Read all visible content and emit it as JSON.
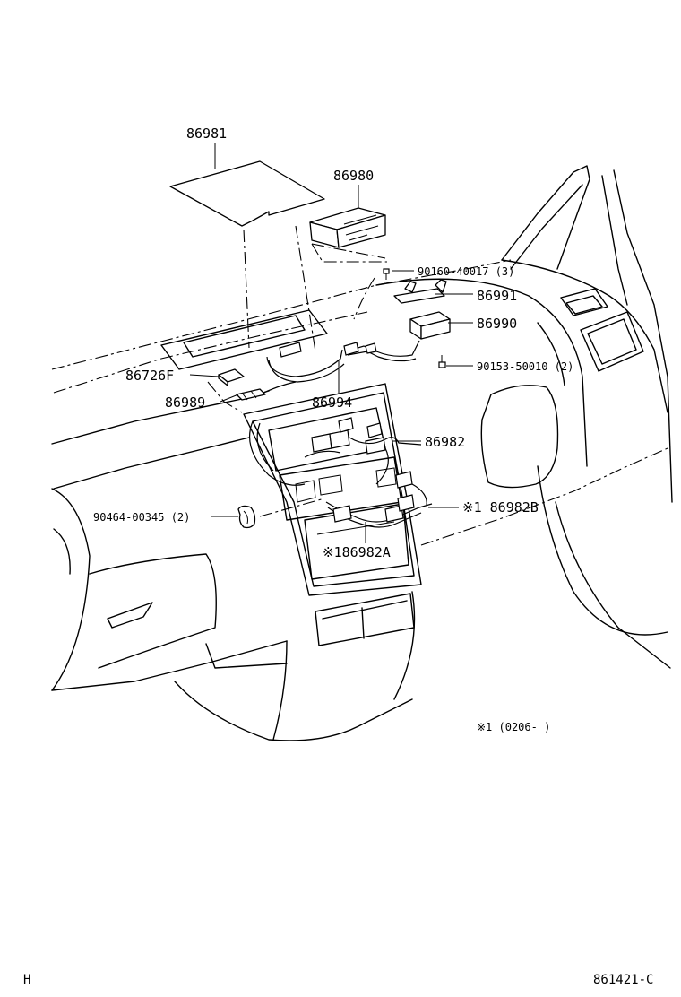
{
  "parts": {
    "p86981": "86981",
    "p86980": "86980",
    "p90160": "90160-40017 (3)",
    "p86991": "86991",
    "p86990": "86990",
    "p90153": "90153-50010 (2)",
    "p86726F": "86726F",
    "p86989": "86989",
    "p86994": "86994",
    "p86982": "86982",
    "p86982B": "※1 86982B",
    "p90464": "90464-00345 (2)",
    "p86982A": "※186982A"
  },
  "footnote": "※1 (0206-    )",
  "corner_left": "H",
  "corner_right": "861421-C"
}
